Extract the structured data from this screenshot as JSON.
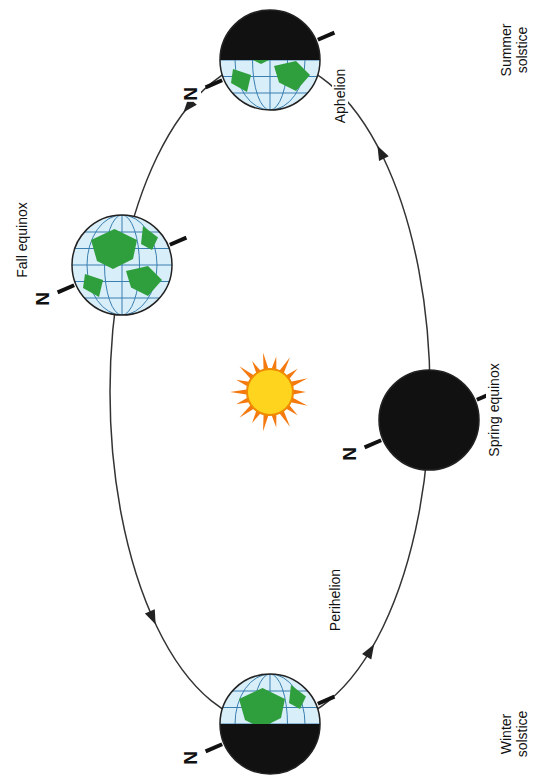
{
  "diagram": {
    "labels": [
      "Summer solstice",
      "N",
      "Aphelion",
      "Fall equinox",
      "N",
      "Spring equinox",
      "N",
      "Perihelion",
      "N",
      "Winter solstice"
    ]
  }
}
